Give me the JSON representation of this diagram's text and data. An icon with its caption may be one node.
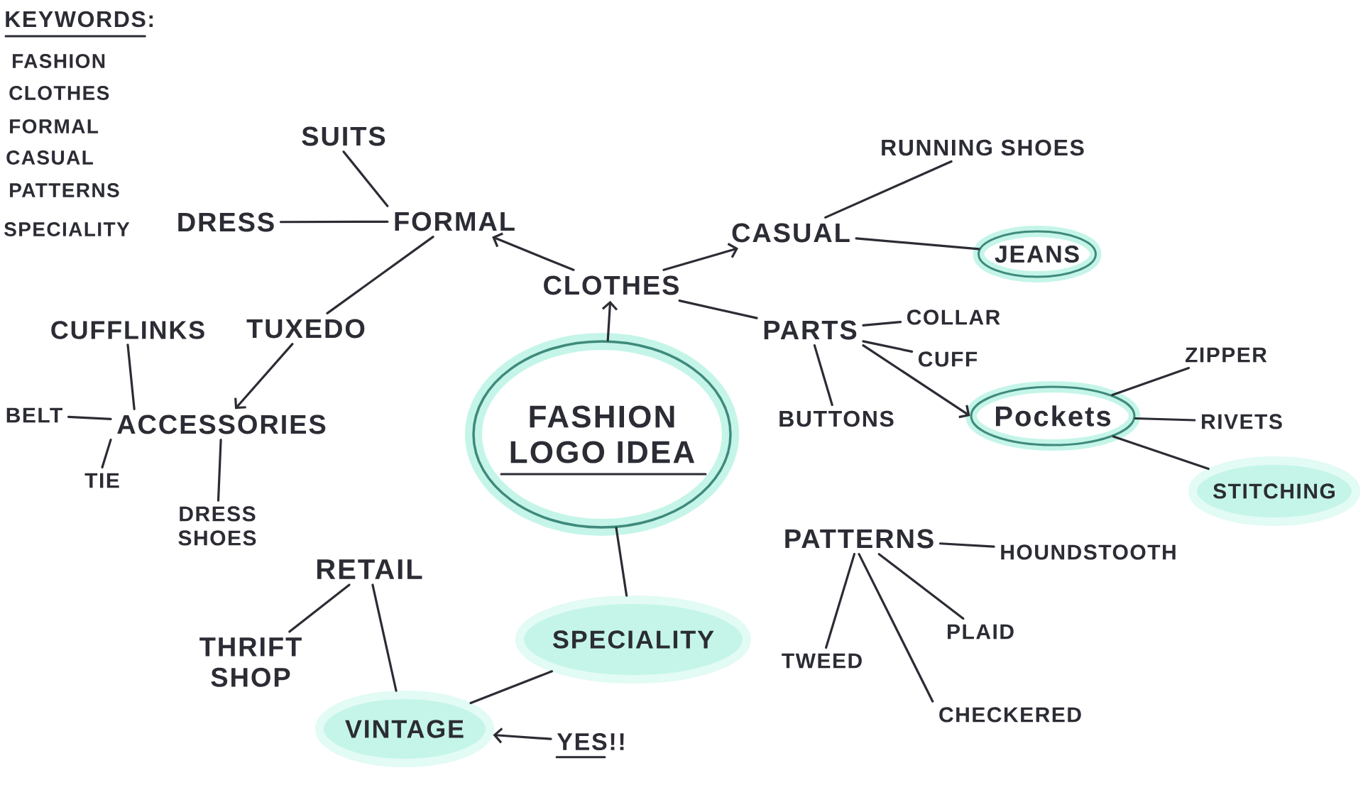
{
  "diagram": {
    "nodes": [
      {
        "text": [
          "FASHION LOGO IDEA"
        ]
      },
      {
        "text": [
          "CLOTHES"
        ]
      },
      {
        "text": [
          "FORMAL"
        ]
      },
      {
        "text": [
          "SUITS"
        ]
      },
      {
        "text": [
          "DRESS"
        ]
      },
      {
        "text": [
          "TUXEDO"
        ]
      },
      {
        "text": [
          "CUFFLINKS"
        ]
      },
      {
        "text": [
          "ACCESSORIES"
        ]
      },
      {
        "text": [
          "BELT"
        ]
      },
      {
        "text": [
          "TIE"
        ]
      },
      {
        "text": [
          "DRESS SHOES"
        ]
      },
      {
        "text": [
          "CASUAL"
        ]
      },
      {
        "text": [
          "RUNNING SHOES"
        ]
      },
      {
        "text": [
          "JEANS"
        ]
      },
      {
        "text": [
          "PARTS"
        ]
      },
      {
        "text": [
          "COLLAR"
        ]
      },
      {
        "text": [
          "CUFF"
        ]
      },
      {
        "text": [
          "BUTTONS"
        ]
      },
      {
        "text": [
          "Pockets"
        ]
      },
      {
        "text": [
          "ZIPPER"
        ]
      },
      {
        "text": [
          "RIVETS"
        ]
      },
      {
        "text": [
          "STITCHING"
        ]
      },
      {
        "text": [
          "PATTERNS"
        ]
      },
      {
        "text": [
          "HOUNDSTOOTH"
        ]
      },
      {
        "text": [
          "TWEED"
        ]
      },
      {
        "text": [
          "PLAID"
        ]
      },
      {
        "text": [
          "CHECKERED"
        ]
      },
      {
        "text": [
          "SPECIALITY"
        ]
      },
      {
        "text": [
          "VINTAGE"
        ]
      },
      {
        "text": [
          "YES!!"
        ]
      },
      {
        "text": [
          "RETAIL"
        ]
      },
      {
        "text": [
          "THRIFT SHOP"
        ]
      }
    ],
    "edges": [
      {
        "from": 0,
        "to": 1,
        "arrow": "to"
      },
      {
        "from": 1,
        "to": 2,
        "arrow": "to"
      },
      {
        "from": 1,
        "to": 11,
        "arrow": "to"
      },
      {
        "from": 1,
        "to": 14,
        "arrow": "none"
      },
      {
        "from": 2,
        "to": 3,
        "arrow": "none"
      },
      {
        "from": 2,
        "to": 4,
        "arrow": "none"
      },
      {
        "from": 2,
        "to": 5,
        "arrow": "none"
      },
      {
        "from": 5,
        "to": 7,
        "arrow": "to"
      },
      {
        "from": 7,
        "to": 6,
        "arrow": "none"
      },
      {
        "from": 7,
        "to": 8,
        "arrow": "none"
      },
      {
        "from": 7,
        "to": 9,
        "arrow": "none"
      },
      {
        "from": 7,
        "to": 10,
        "arrow": "none"
      },
      {
        "from": 11,
        "to": 12,
        "arrow": "none"
      },
      {
        "from": 11,
        "to": 13,
        "arrow": "none"
      },
      {
        "from": 14,
        "to": 15,
        "arrow": "none"
      },
      {
        "from": 14,
        "to": 16,
        "arrow": "none"
      },
      {
        "from": 14,
        "to": 17,
        "arrow": "none"
      },
      {
        "from": 14,
        "to": 18,
        "arrow": "to"
      },
      {
        "from": 18,
        "to": 19,
        "arrow": "none"
      },
      {
        "from": 18,
        "to": 20,
        "arrow": "none"
      },
      {
        "from": 18,
        "to": 21,
        "arrow": "none"
      },
      {
        "from": 22,
        "to": 23,
        "arrow": "none"
      },
      {
        "from": 22,
        "to": 24,
        "arrow": "none"
      },
      {
        "from": 22,
        "to": 26,
        "arrow": "none"
      },
      {
        "from": 22,
        "to": 25,
        "arrow": "none"
      },
      {
        "from": 0,
        "to": 27,
        "arrow": "none"
      },
      {
        "from": 27,
        "to": 28,
        "arrow": "none"
      },
      {
        "from": 29,
        "to": 28,
        "arrow": "to"
      },
      {
        "from": 30,
        "to": 28,
        "arrow": "none"
      },
      {
        "from": 30,
        "to": 31,
        "arrow": "none"
      }
    ],
    "labels": [
      "KEYWORDS:",
      "FASHION",
      "CLOTHES",
      "FORMAL",
      "CASUAL",
      "PATTERNS",
      "SPECIALITY"
    ]
  }
}
